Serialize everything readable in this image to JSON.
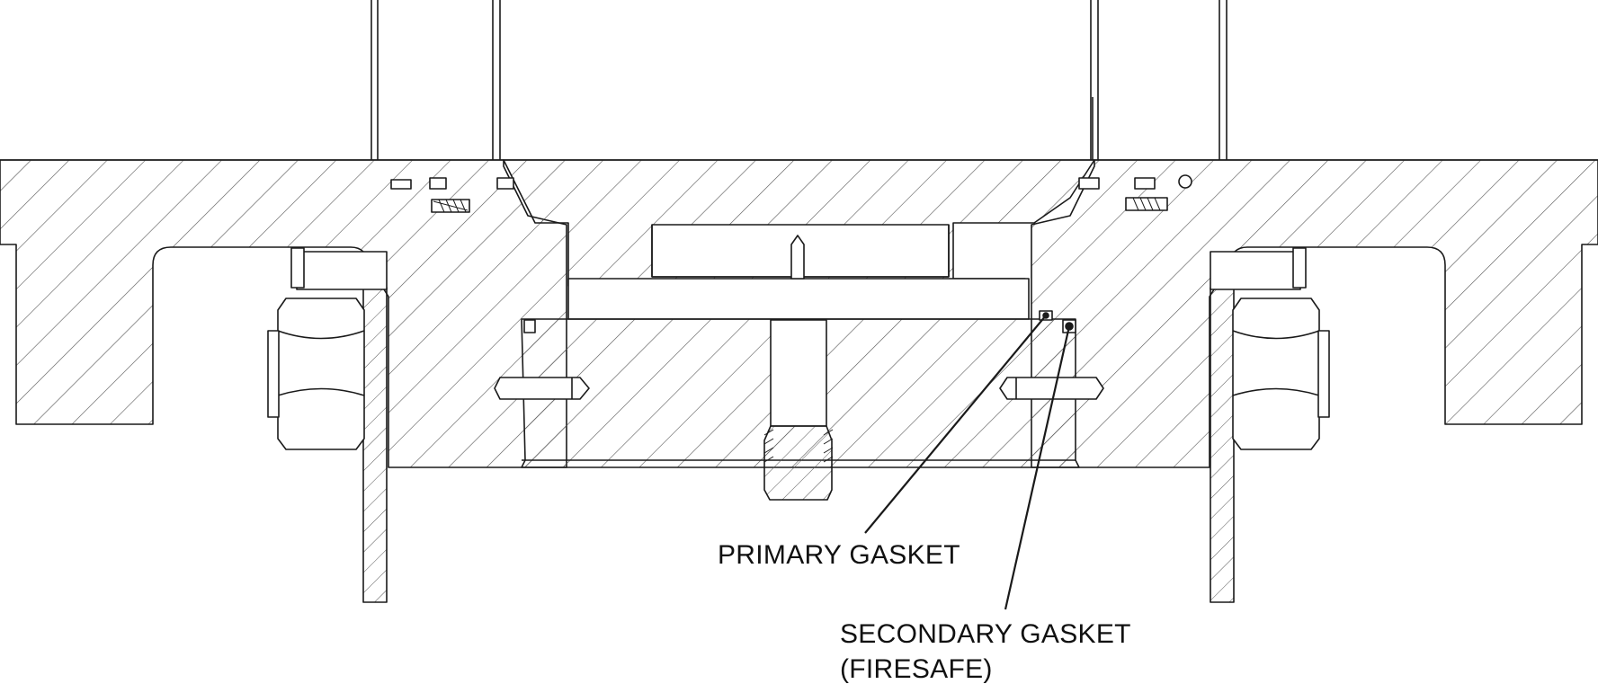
{
  "callouts": {
    "primary_gasket": "PRIMARY GASKET",
    "secondary_gasket_line1": "SECONDARY GASKET",
    "secondary_gasket_line2": "(FIRESAFE)"
  },
  "colors": {
    "line": "#1a1a1a",
    "hatch": "#555555",
    "background": "#ffffff"
  }
}
